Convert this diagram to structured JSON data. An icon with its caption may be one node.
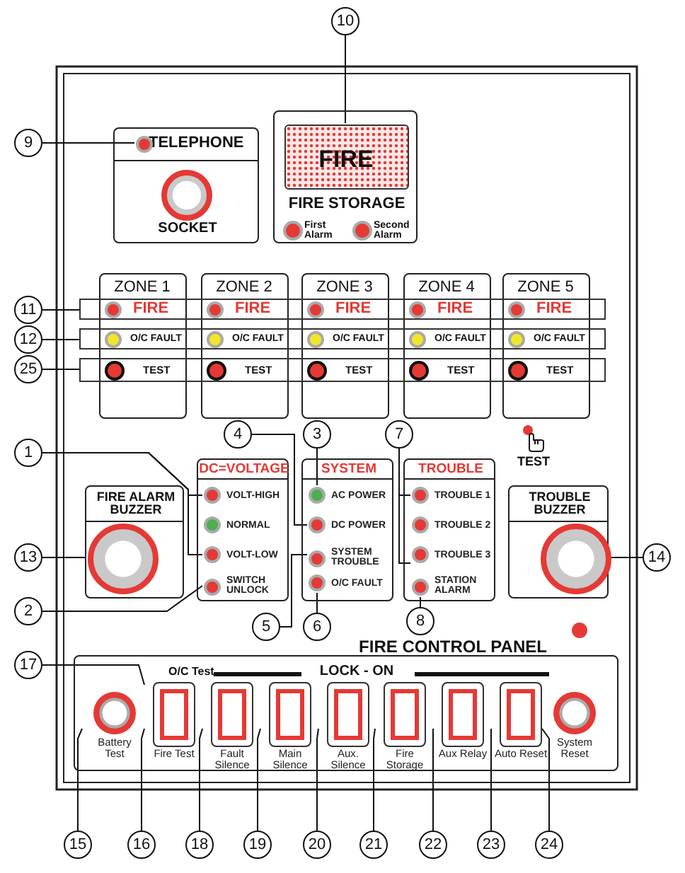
{
  "diagram": {
    "nodes": [
      {
        "text": [
          "9"
        ]
      },
      {
        "text": [
          "10"
        ]
      },
      {
        "text": [
          "TELEPHONE",
          "SOCKET"
        ]
      },
      {
        "text": [],
        "shape": "circle",
        "in": 2
      },
      {
        "text": [
          "FIRE STORAGE",
          "First Alarm",
          "Second Alarm"
        ]
      },
      {
        "text": [
          "FIRE"
        ],
        "in": 4
      },
      {
        "text": [
          "ZONE 1"
        ]
      },
      {
        "text": [
          "ZONE 2"
        ]
      },
      {
        "text": [
          "ZONE 3"
        ]
      },
      {
        "text": [
          "ZONE 4"
        ]
      },
      {
        "text": [
          "ZONE 5"
        ]
      },
      {
        "text": [
          "11"
        ]
      },
      {
        "text": [
          "12"
        ]
      },
      {
        "text": [
          "25"
        ]
      },
      {
        "text": [
          "FIRE",
          "FIRE",
          "FIRE",
          "FIRE",
          "FIRE"
        ]
      },
      {
        "text": [
          "O/C FAULT",
          "O/C FAULT",
          "O/C FAULT",
          "O/C FAULT",
          "O/C FAULT"
        ]
      },
      {
        "text": [
          "TEST",
          "TEST",
          "TEST",
          "TEST",
          "TEST"
        ]
      },
      {
        "text": [
          "4"
        ]
      },
      {
        "text": [
          "3"
        ]
      },
      {
        "text": [
          "7"
        ]
      },
      {
        "text": [
          "1"
        ]
      },
      {
        "text": [
          "DC=VOLTAGE"
        ]
      },
      {
        "text": [
          "VOLT-HIGH"
        ],
        "in": 21
      },
      {
        "text": [
          "NORMAL"
        ],
        "in": 21
      },
      {
        "text": [
          "VOLT-LOW"
        ],
        "in": 21
      },
      {
        "text": [
          "SWITCH UNLOCK"
        ],
        "in": 21
      },
      {
        "text": [
          "SYSTEM"
        ]
      },
      {
        "text": [
          "AC POWER"
        ],
        "in": 26
      },
      {
        "text": [
          "DC POWER"
        ],
        "in": 26
      },
      {
        "text": [
          "SYSTEM TROUBLE"
        ],
        "in": 26
      },
      {
        "text": [
          "O/C FAULT"
        ],
        "in": 26
      },
      {
        "text": [
          "TROUBLE"
        ]
      },
      {
        "text": [
          "TROUBLE 1"
        ],
        "in": 31
      },
      {
        "text": [
          "TROUBLE 2"
        ],
        "in": 31
      },
      {
        "text": [
          "TROUBLE 3"
        ],
        "in": 31
      },
      {
        "text": [
          "STATION ALARM"
        ],
        "in": 31
      },
      {
        "text": [
          "FIRE ALARM BUZZER"
        ]
      },
      {
        "text": [],
        "shape": "circle",
        "in": 36
      },
      {
        "text": [
          "TROUBLE BUZZER"
        ]
      },
      {
        "text": [],
        "shape": "circle",
        "in": 38
      },
      {
        "text": [
          "13"
        ]
      },
      {
        "text": [
          "14"
        ]
      },
      {
        "text": [
          "2"
        ]
      },
      {
        "text": [
          "5"
        ]
      },
      {
        "text": [
          "6"
        ]
      },
      {
        "text": [
          "8"
        ]
      },
      {
        "text": [
          "17"
        ]
      },
      {
        "text": [
          "O/C Test",
          "LOCK - ON"
        ]
      },
      {
        "text": [
          "Battery Test"
        ],
        "in": 47
      },
      {
        "text": [
          "Fire Test"
        ],
        "in": 47
      },
      {
        "text": [
          "Fault Silence"
        ],
        "in": 47
      },
      {
        "text": [
          "Main Silence"
        ],
        "in": 47
      },
      {
        "text": [
          "Aux. Silence"
        ],
        "in": 47
      },
      {
        "text": [
          "Fire Storage"
        ],
        "in": 47
      },
      {
        "text": [
          "Aux Relay"
        ],
        "in": 47
      },
      {
        "text": [
          "Auto Reset"
        ],
        "in": 47
      },
      {
        "text": [
          "System Reset"
        ],
        "in": 47
      },
      {
        "text": [
          "15"
        ]
      },
      {
        "text": [
          "16"
        ]
      },
      {
        "text": [
          "18"
        ]
      },
      {
        "text": [
          "19"
        ]
      },
      {
        "text": [
          "20"
        ]
      },
      {
        "text": [
          "21"
        ]
      },
      {
        "text": [
          "22"
        ]
      },
      {
        "text": [
          "23"
        ]
      },
      {
        "text": [
          "24"
        ]
      },
      {
        "text": [],
        "shape": "circle",
        "in": 4
      },
      {
        "text": [],
        "shape": "circle",
        "in": 4
      }
    ],
    "edges": [
      {
        "from": 0,
        "to": 3,
        "arrow": "none"
      },
      {
        "from": 1,
        "to": 5,
        "arrow": "none"
      },
      {
        "from": 11,
        "to": 14,
        "arrow": "none"
      },
      {
        "from": 12,
        "to": 15,
        "arrow": "none"
      },
      {
        "from": 13,
        "to": 16,
        "arrow": "none"
      },
      {
        "from": 17,
        "to": 28,
        "arrow": "none"
      },
      {
        "from": 18,
        "to": 27,
        "arrow": "none"
      },
      {
        "from": 19,
        "to": 32,
        "arrow": "none"
      },
      {
        "from": 19,
        "to": 34,
        "arrow": "none"
      },
      {
        "from": 20,
        "to": 22,
        "arrow": "none"
      },
      {
        "from": 20,
        "to": 24,
        "arrow": "none"
      },
      {
        "from": 42,
        "to": 25,
        "arrow": "none"
      },
      {
        "from": 43,
        "to": 29,
        "arrow": "none"
      },
      {
        "from": 44,
        "to": 30,
        "arrow": "none"
      },
      {
        "from": 45,
        "to": 35,
        "arrow": "none"
      },
      {
        "from": 40,
        "to": 37,
        "arrow": "none"
      },
      {
        "from": 41,
        "to": 39,
        "arrow": "none"
      },
      {
        "from": 46,
        "to": 49,
        "arrow": "none"
      },
      {
        "from": 57,
        "to": 48,
        "arrow": "none"
      },
      {
        "from": 58,
        "to": 49,
        "arrow": "none"
      },
      {
        "from": 59,
        "to": 50,
        "arrow": "none"
      },
      {
        "from": 60,
        "to": 51,
        "arrow": "none"
      },
      {
        "from": 61,
        "to": 52,
        "arrow": "none"
      },
      {
        "from": 62,
        "to": 53,
        "arrow": "none"
      },
      {
        "from": 63,
        "to": 54,
        "arrow": "none"
      },
      {
        "from": 64,
        "to": 55,
        "arrow": "none"
      },
      {
        "from": 65,
        "to": 56,
        "arrow": "none"
      }
    ],
    "labels": [
      "TEST",
      "FIRE CONTROL PANEL"
    ]
  }
}
